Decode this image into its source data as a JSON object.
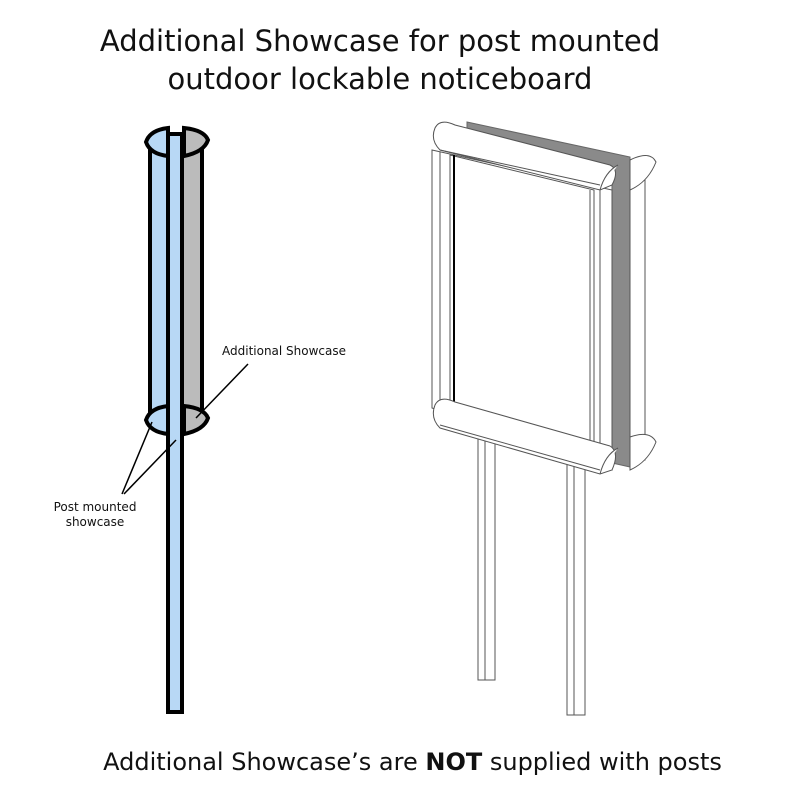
{
  "title": {
    "line1": "Additional Showcase for post mounted",
    "line2": "outdoor lockable noticeboard"
  },
  "labels": {
    "additional_showcase": "Additional Showcase",
    "post_mounted_showcase": "Post mounted showcase"
  },
  "footer": {
    "before": "Additional Showcase’s are ",
    "bold": "NOT",
    "after": " supplied with posts"
  },
  "colors": {
    "post_blue": "#b8d8f5",
    "showcase_gray": "#bbbbbb",
    "back_panel": "#8a8a8a"
  }
}
